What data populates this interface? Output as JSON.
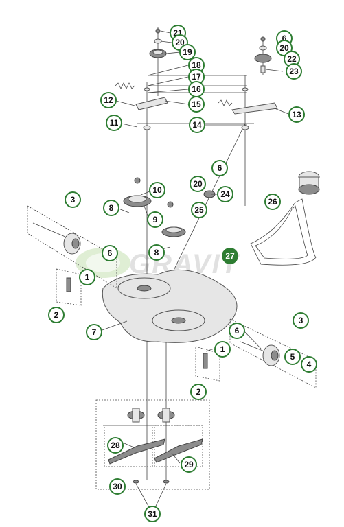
{
  "watermark": "GRAVIT",
  "colors": {
    "callout_stroke": "#2e7d32",
    "callout_fill_filled": "#2e7d32",
    "watermark": "#c9c9c9"
  },
  "callouts": [
    {
      "n": "21"
    },
    {
      "n": "20"
    },
    {
      "n": "19"
    },
    {
      "n": "18"
    },
    {
      "n": "17"
    },
    {
      "n": "16"
    },
    {
      "n": "15"
    },
    {
      "n": "12"
    },
    {
      "n": "11"
    },
    {
      "n": "14"
    },
    {
      "n": "6"
    },
    {
      "n": "20"
    },
    {
      "n": "22"
    },
    {
      "n": "23"
    },
    {
      "n": "13"
    },
    {
      "n": "6"
    },
    {
      "n": "20"
    },
    {
      "n": "24"
    },
    {
      "n": "25"
    },
    {
      "n": "10"
    },
    {
      "n": "9"
    },
    {
      "n": "8"
    },
    {
      "n": "8"
    },
    {
      "n": "3"
    },
    {
      "n": "26"
    },
    {
      "n": "27"
    },
    {
      "n": "6"
    },
    {
      "n": "1"
    },
    {
      "n": "2"
    },
    {
      "n": "7"
    },
    {
      "n": "3"
    },
    {
      "n": "6"
    },
    {
      "n": "1"
    },
    {
      "n": "5"
    },
    {
      "n": "4"
    },
    {
      "n": "2"
    },
    {
      "n": "28"
    },
    {
      "n": "29"
    },
    {
      "n": "30"
    },
    {
      "n": "31"
    }
  ]
}
